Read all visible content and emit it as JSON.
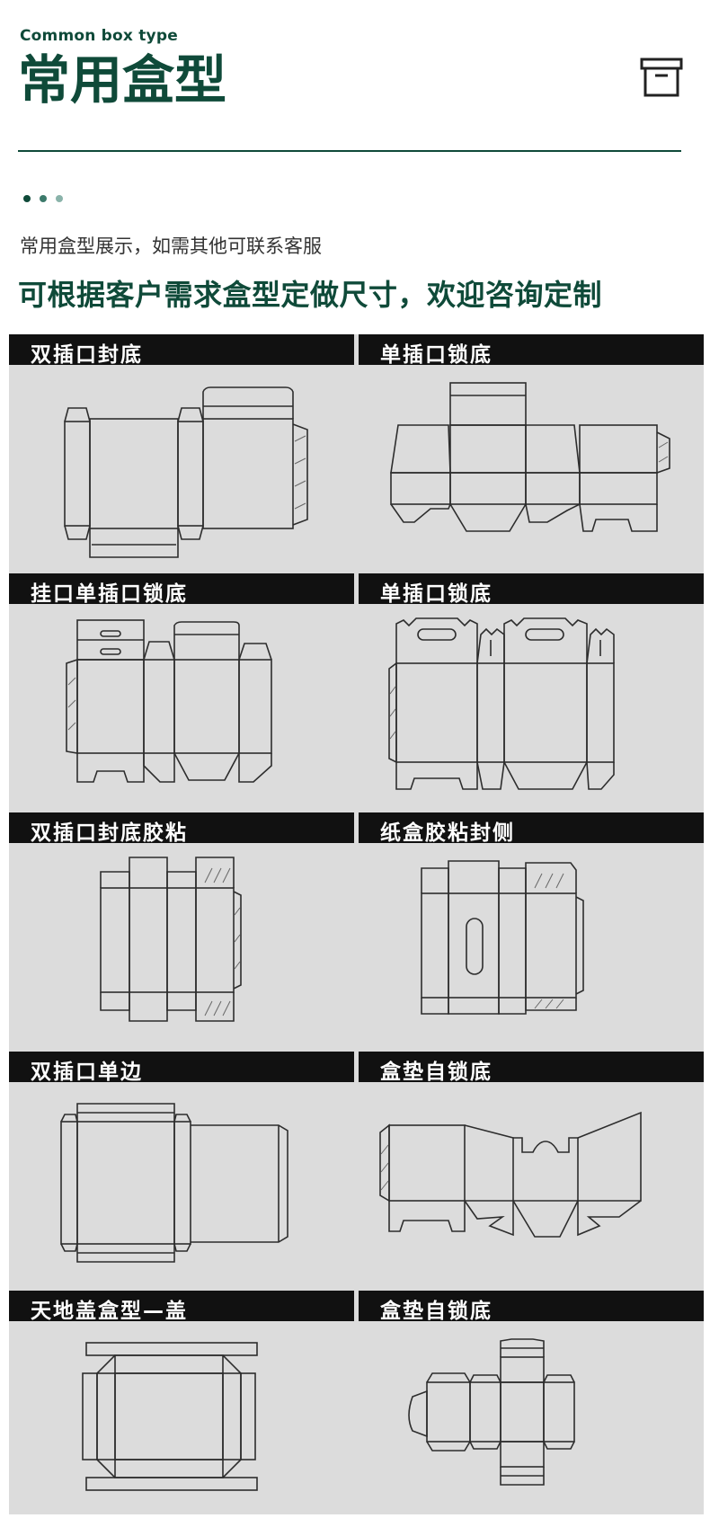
{
  "header": {
    "subtitle_en": "Common box type",
    "title_cn": "常用盒型",
    "icon": "archive-box-icon"
  },
  "intro": "常用盒型展示，如需其他可联系客服",
  "headline": "可根据客户需求盒型定做尺寸，欢迎咨询定制",
  "colors": {
    "brand": "#0f4a39",
    "dot_1": "#0f4a39",
    "dot_2": "#3c7a6b",
    "dot_3": "#8ab3aa",
    "panel_bg": "#dcdcdc",
    "label_bg": "#111111"
  },
  "box_types": [
    {
      "label": "双插口封底"
    },
    {
      "label": "单插口锁底"
    },
    {
      "label": "挂口单插口锁底"
    },
    {
      "label": "单插口锁底"
    },
    {
      "label": "双插口封底胶粘"
    },
    {
      "label": "纸盒胶粘封侧"
    },
    {
      "label": "双插口单边"
    },
    {
      "label": "盒垫自锁底"
    },
    {
      "label": "天地盖盒型—盖"
    },
    {
      "label": "盒垫自锁底"
    }
  ]
}
